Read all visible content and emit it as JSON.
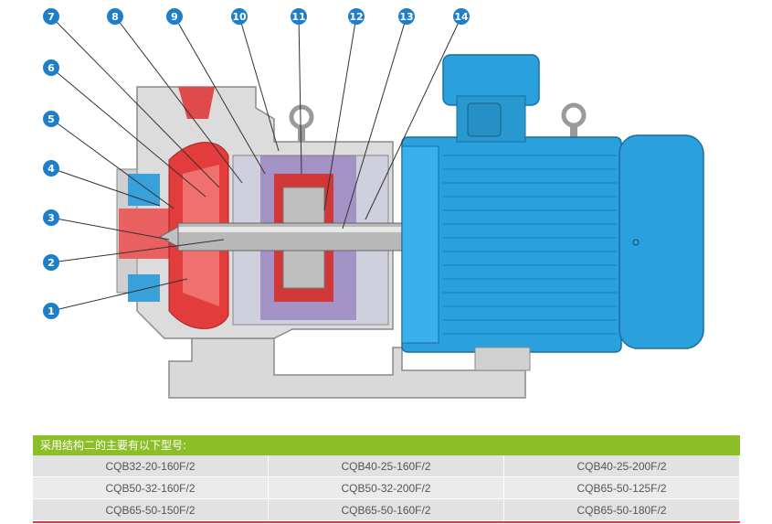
{
  "callouts": [
    "7",
    "8",
    "9",
    "10",
    "11",
    "12",
    "13",
    "14",
    "6",
    "5",
    "4",
    "3",
    "2",
    "1"
  ],
  "table": {
    "title": "采用结构二的主要有以下型号:",
    "models": [
      "CQB32-20-160F/2",
      "CQB40-25-160F/2",
      "CQB40-25-200F/2",
      "CQB50-32-160F/2",
      "CQB50-32-200F/2",
      "CQB65-50-125F/2",
      "CQB65-50-150F/2",
      "CQB65-50-160F/2",
      "CQB65-50-180F/2"
    ]
  },
  "colors": {
    "callout": "#1e7fc8",
    "motor": "#2aa0dc",
    "impeller": "#e04040",
    "casing": "#d8d8d8",
    "header": "#8cbe28",
    "rule": "#d63a45"
  }
}
